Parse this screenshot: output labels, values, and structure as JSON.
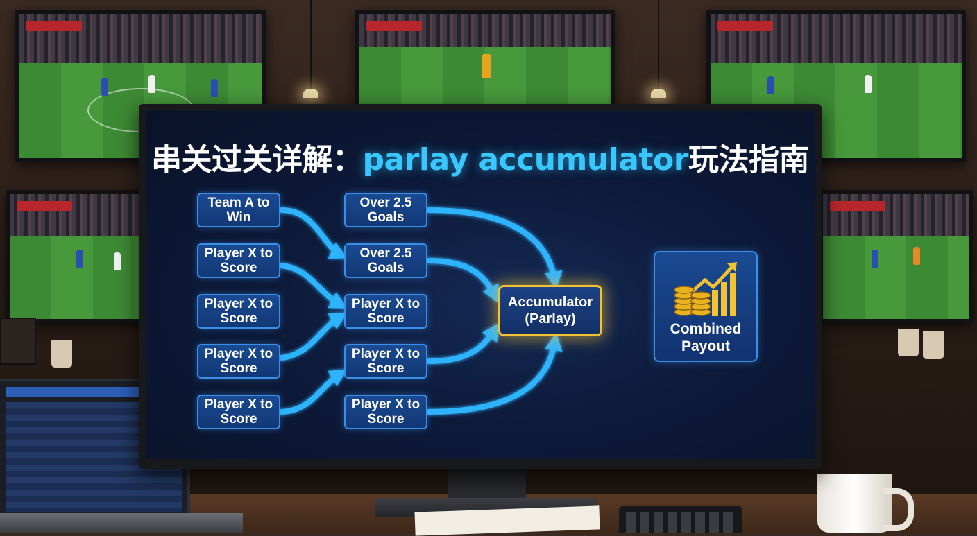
{
  "title": {
    "zh_prefix": "串关过关详解：",
    "en": "parlay accumulator",
    "zh_suffix": "玩法指南"
  },
  "left_column": [
    "Team A to Win",
    "Player X to Score",
    "Player X to Score",
    "Player X to Score",
    "Player X to Score"
  ],
  "middle_column": [
    "Over 2.5 Goals",
    "Over 2.5 Goals",
    "Player X to Score",
    "Player X to Score",
    "Player X to Score"
  ],
  "accumulator": {
    "label": "Accumulator (Parlay)"
  },
  "payout": {
    "label": "Combined Payout",
    "icon": "coins-rising-chart-icon"
  },
  "colors": {
    "arrow": "#2fb4ff",
    "box_border": "#3a8fe8",
    "accumulator_border": "#f2c232",
    "title_accent": "#38c8ff"
  }
}
